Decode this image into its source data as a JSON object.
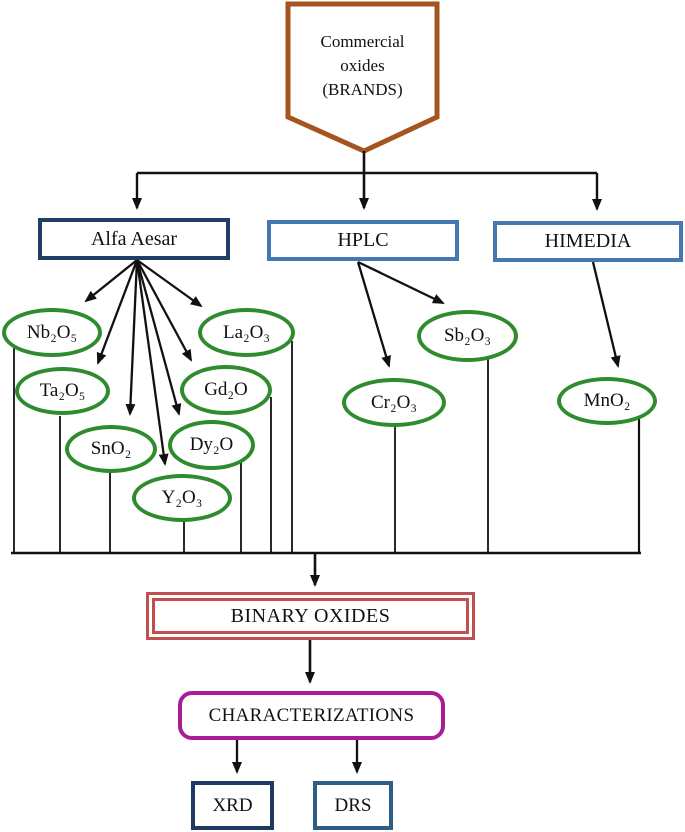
{
  "root": {
    "label": "Commercial oxides (BRANDS)"
  },
  "brands": [
    {
      "id": "alfa-aesar",
      "label": "Alfa Aesar"
    },
    {
      "id": "hplc",
      "label": "HPLC"
    },
    {
      "id": "himedia",
      "label": "HIMEDIA"
    }
  ],
  "oxides": [
    {
      "id": "nb2o5",
      "label": "Nb₂O₅",
      "brand": "Alfa Aesar"
    },
    {
      "id": "ta2o5",
      "label": "Ta₂O₅",
      "brand": "Alfa Aesar"
    },
    {
      "id": "sno2",
      "label": "SnO₂",
      "brand": "Alfa Aesar"
    },
    {
      "id": "y2o3",
      "label": "Y₂O₃",
      "brand": "Alfa Aesar"
    },
    {
      "id": "dy2o",
      "label": "Dy₂O",
      "brand": "Alfa Aesar"
    },
    {
      "id": "gd2o",
      "label": "Gd₂O",
      "brand": "Alfa Aesar"
    },
    {
      "id": "la2o3",
      "label": "La₂O₃",
      "brand": "Alfa Aesar"
    },
    {
      "id": "cr2o3",
      "label": "Cr₂O₃",
      "brand": "HPLC"
    },
    {
      "id": "sb2o3",
      "label": "Sb₂O₃",
      "brand": "HPLC"
    },
    {
      "id": "mno2",
      "label": "MnO₂",
      "brand": "HIMEDIA"
    }
  ],
  "process": {
    "binary_oxides": "BINARY OXIDES",
    "characterizations": "CHARACTERIZATIONS",
    "methods": [
      {
        "id": "xrd",
        "label": "XRD"
      },
      {
        "id": "drs",
        "label": "DRS"
      }
    ]
  },
  "colors": {
    "root_border": "#a5541d",
    "brand_border_dark": "#1f3f67",
    "brand_border_blue": "#4478ae",
    "oxide_border": "#2e8b2e",
    "binary_border": "#c0504d",
    "characterizations_border": "#a81d96",
    "xrd_border": "#1d3a5f",
    "drs_border": "#2f5d8a",
    "connector": "#111111"
  }
}
